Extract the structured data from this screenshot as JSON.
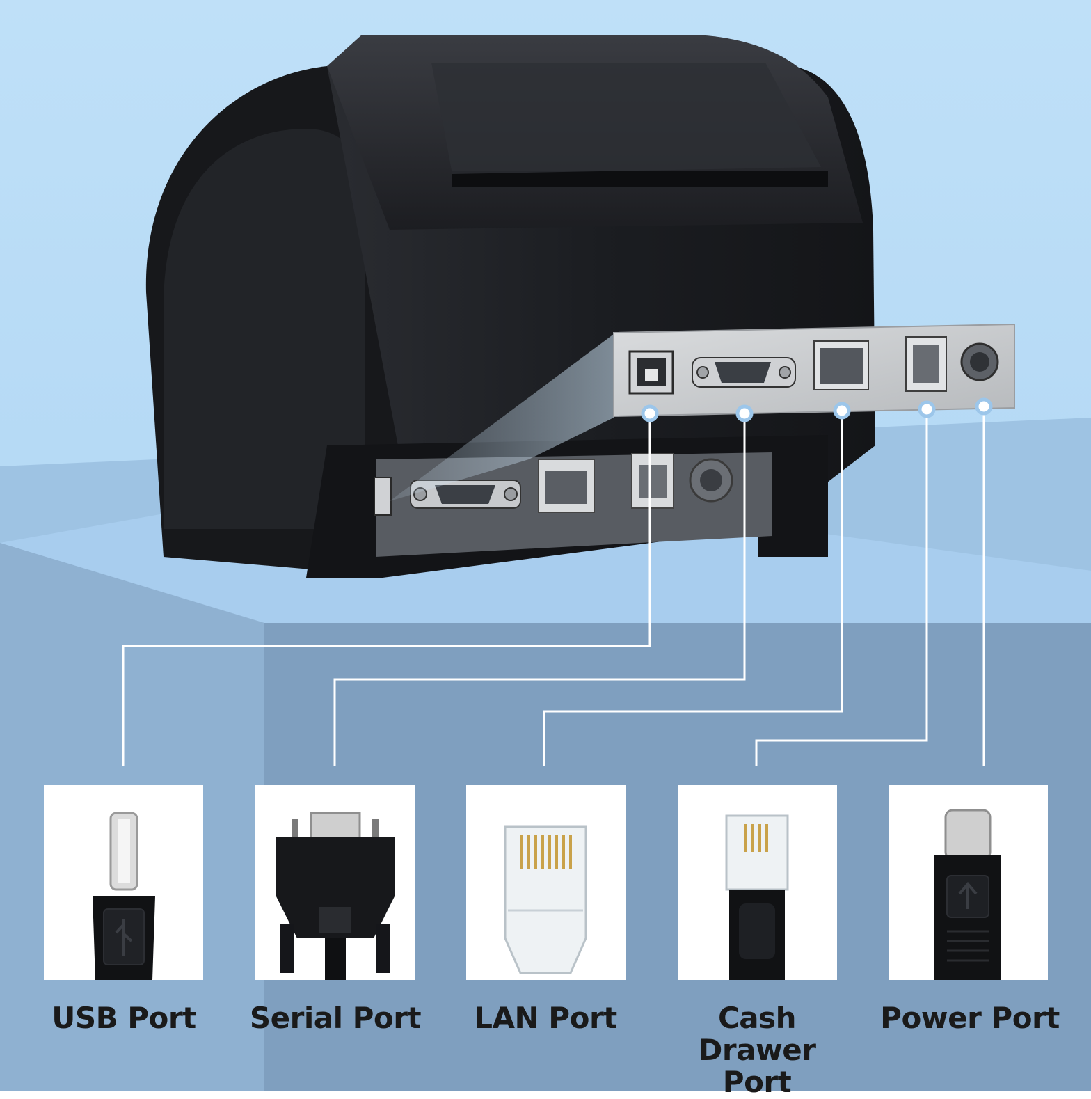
{
  "colors": {
    "sky": "#b9dcf6",
    "wall": "#8eb5d8",
    "floor": "#7a9bbd",
    "printer_body": "#1c1e22",
    "panel": "#c9ccd0",
    "card": "#ffffff",
    "leader_line": "#ffffff",
    "label_text": "#1a1a1a"
  },
  "ports": [
    {
      "id": "usb",
      "icon": "usb-b-connector-icon",
      "label": "USB Port"
    },
    {
      "id": "serial",
      "icon": "db9-serial-connector-icon",
      "label": "Serial Port"
    },
    {
      "id": "lan",
      "icon": "rj45-connector-icon",
      "label": "LAN Port"
    },
    {
      "id": "cash-drawer",
      "icon": "rj11-connector-icon",
      "label": "Cash Drawer Port"
    },
    {
      "id": "power",
      "icon": "din-power-connector-icon",
      "label": "Power Port"
    }
  ]
}
